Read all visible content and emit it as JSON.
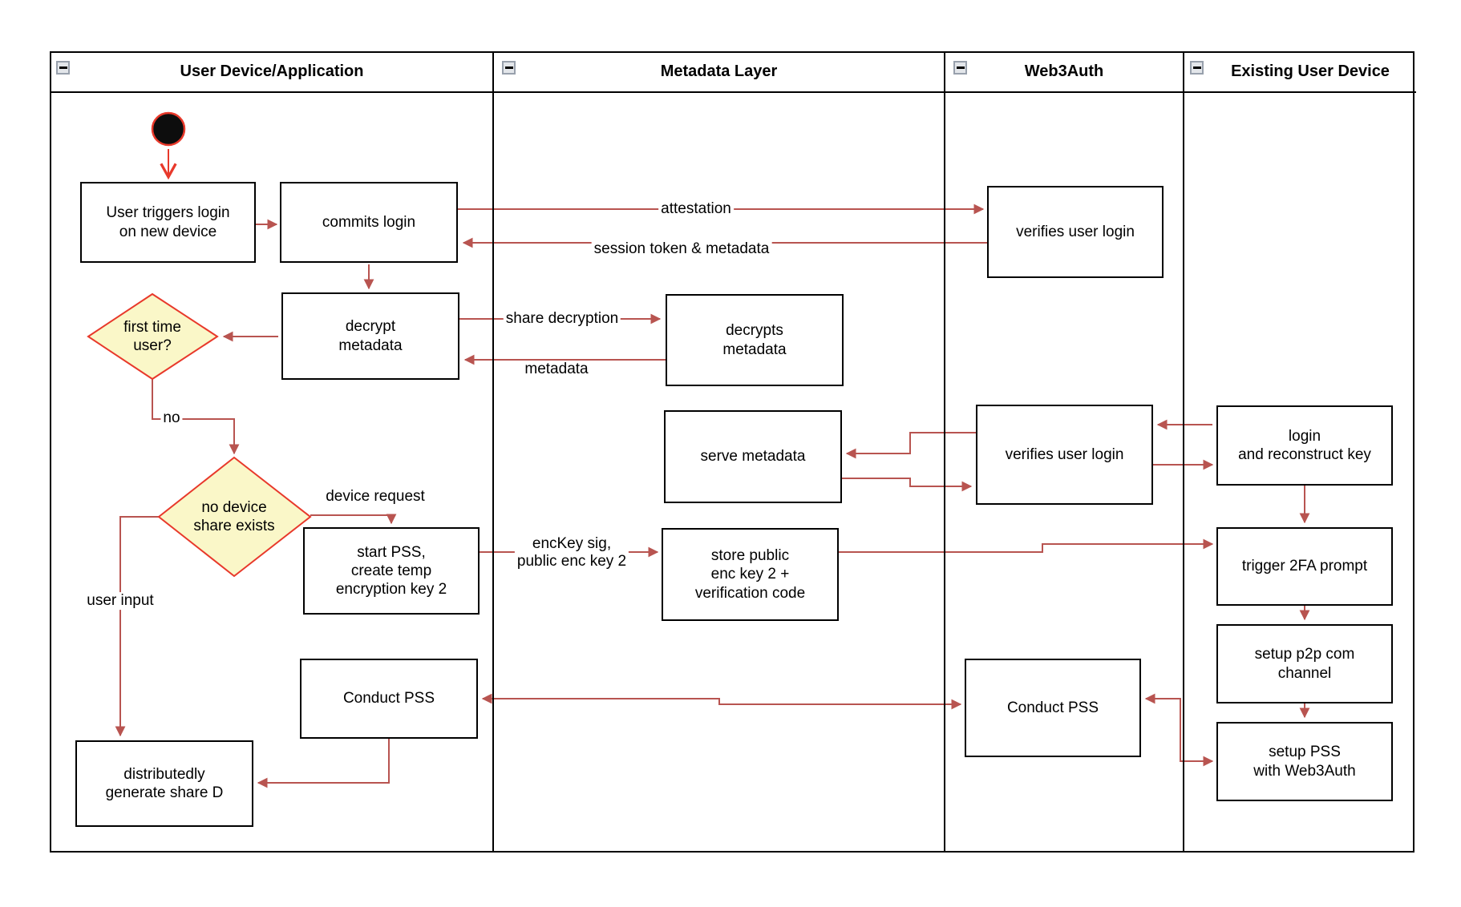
{
  "diagram": {
    "lanes": [
      {
        "title": "User Device/Application"
      },
      {
        "title": "Metadata Layer"
      },
      {
        "title": "Web3Auth"
      },
      {
        "title": "Existing User Device"
      }
    ],
    "nodes": {
      "user_triggers": "User triggers login\non new device",
      "commits_login": "commits login",
      "decrypt_metadata": "decrypt\nmetadata",
      "start_pss": "start PSS,\ncreate temp\nencryption key 2",
      "conduct_pss_device": "Conduct PSS",
      "generate_share_d": "distributedly\ngenerate share D",
      "decrypts_metadata": "decrypts\nmetadata",
      "serve_metadata": "serve metadata",
      "store_public_key": "store public\nenc key 2 +\nverification code",
      "verifies_login_top": "verifies user login",
      "verifies_login_mid": "verifies user login",
      "conduct_pss_web3auth": "Conduct PSS",
      "login_reconstruct": "login\nand reconstruct key",
      "trigger_2fa": "trigger 2FA prompt",
      "setup_p2p": "setup p2p com\nchannel",
      "setup_pss": "setup PSS\nwith Web3Auth"
    },
    "decisions": {
      "first_time_user": "first time\nuser?",
      "no_device_share": "no device\nshare exists"
    },
    "edge_labels": {
      "attestation": "attestation",
      "session_token": "session token & metadata",
      "share_decryption": "share decryption",
      "metadata": "metadata",
      "no": "no",
      "device_request": "device request",
      "enckey": "encKey sig,\npublic enc key 2",
      "user_input": "user input"
    },
    "colors": {
      "arrow": "#B85450",
      "accent_red": "#E8392B",
      "diamond_fill": "#FAF7C8",
      "node_border": "#000000"
    },
    "icons": {
      "collapse": "minus-square-icon",
      "start": "start-state-icon"
    }
  }
}
